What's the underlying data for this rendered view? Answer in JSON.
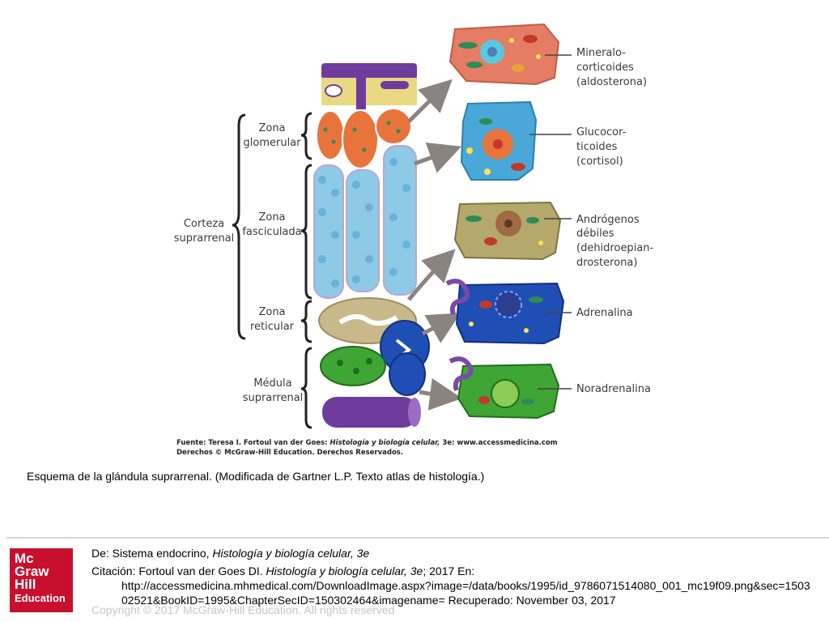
{
  "figure": {
    "labels": {
      "zona_glomerular": [
        "Zona",
        "glomerular"
      ],
      "zona_fasciculada": [
        "Zona",
        "fasciculada"
      ],
      "zona_reticular": [
        "Zona",
        "reticular"
      ],
      "medula": [
        "Médula",
        "suprarrenal"
      ],
      "corteza": [
        "Corteza",
        "suprarrenal"
      ]
    },
    "hormones": {
      "mineralocorticoides": [
        "Mineralo-",
        "corticoides",
        "(aldosterona)"
      ],
      "glucocorticoides": [
        "Glucocor-",
        "ticoides",
        "(cortisol)"
      ],
      "androgenos": [
        "Andrógenos",
        "débiles",
        "(dehidroepian-",
        "drosterona)"
      ],
      "adrenalina": [
        "Adrenalina"
      ],
      "noradrenalina": [
        "Noradrenalina"
      ]
    },
    "source_line1_prefix": "Fuente: Teresa I. Fortoul van der Goes: ",
    "source_line1_title": "Histología y biología celular,",
    "source_line1_suffix": " 3e: www.accessmedicina.com",
    "source_line2": "Derechos © McGraw-Hill Education. Derechos Reservados.",
    "colors": {
      "glomerular": "#e8743b",
      "fasciculada": "#8ecae6",
      "reticular": "#c9b98a",
      "medula_green": "#3fa535",
      "medula_blue": "#1f4fb4",
      "vessel": "#6f3c9e"
    }
  },
  "caption": "Esquema de la glándula suprarrenal. (Modificada de Gartner L.P. Texto atlas de histología.)",
  "logo": {
    "line1": "Mc",
    "line2": "Graw",
    "line3": "Hill",
    "line4": "Education"
  },
  "citation": {
    "from_prefix": "De: Sistema endocrino, ",
    "from_title": "Histología y biología celular, 3e",
    "cite_prefix": "Citación: Fortoul van der Goes DI",
    "cite_sep": ". ",
    "cite_title": "Histología y biología celular, 3e",
    "cite_suffix": "; 2017 En:",
    "url_line1": "http://accessmedicina.mhmedical.com/DownloadImage.aspx?image=/data/books/1995/id_9786071514080_001_mc19f09.png&sec=1503",
    "url_line2": "02521&BookID=1995&ChapterSecID=150302464&imagename= Recuperado: November 03, 2017"
  },
  "copyright": "Copyright © 2017 McGraw-Hill Education. All rights reserved"
}
